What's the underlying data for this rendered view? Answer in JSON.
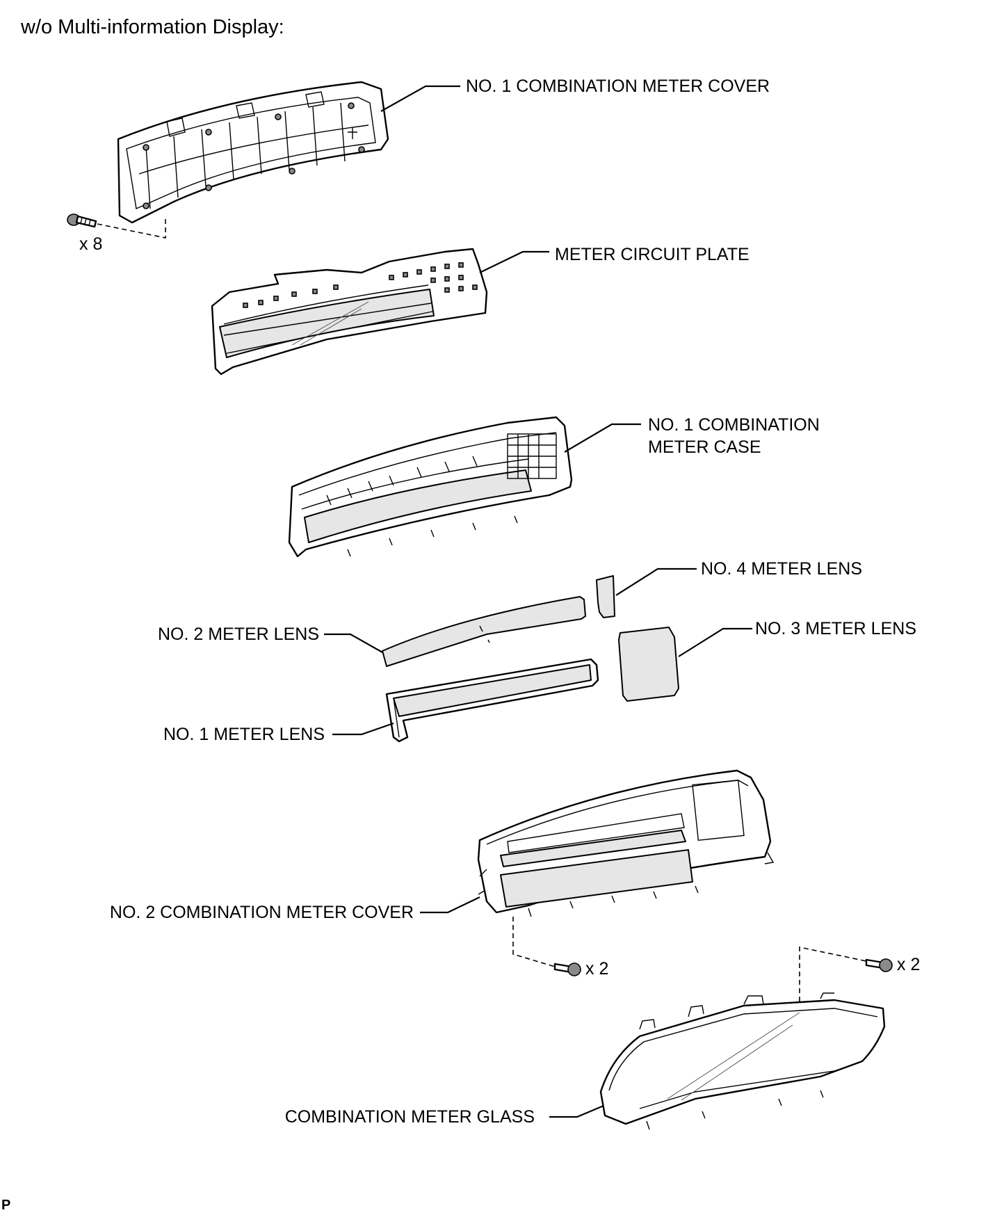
{
  "heading": "w/o Multi-information Display:",
  "corner_mark": "P",
  "labels": {
    "no1_combination_meter_cover": "NO. 1 COMBINATION METER COVER",
    "screw_qty_cover": "x 8",
    "meter_circuit_plate": "METER CIRCUIT PLATE",
    "no1_combination_meter_case_line1": "NO. 1 COMBINATION",
    "no1_combination_meter_case_line2": "METER CASE",
    "no4_meter_lens": "NO. 4 METER LENS",
    "no2_meter_lens": "NO. 2 METER LENS",
    "no3_meter_lens": "NO. 3 METER LENS",
    "no1_meter_lens": "NO. 1 METER LENS",
    "no2_combination_meter_cover": "NO. 2 COMBINATION METER COVER",
    "screw_qty_left": "x 2",
    "screw_qty_right": "x 2",
    "combination_meter_glass": "COMBINATION METER GLASS"
  }
}
